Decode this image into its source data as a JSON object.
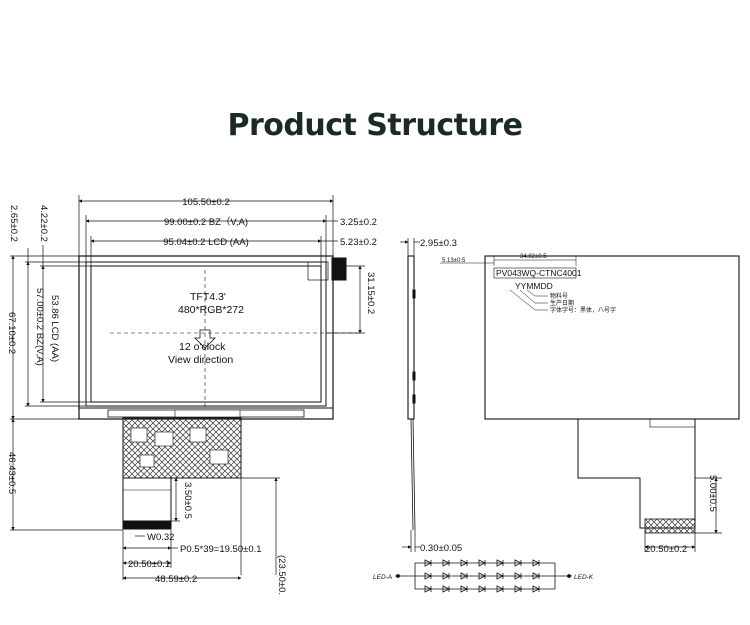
{
  "title": "Product Structure",
  "front_view": {
    "dims_top": {
      "outline_width": "105.50±0.2",
      "bezel_width": "99.00±0.2 BZ（V,A)",
      "lcd_width": "95.04±0.2 LCD (AA)",
      "right_offset_1": "3.25±0.2",
      "right_offset_2": "5.23±0.2"
    },
    "dims_left": {
      "top_offset_1": "4.22±0.2",
      "top_offset_2": "2.65±0.2",
      "lcd_height": "53.86 LCD (AA)",
      "bezel_height": "57.00±0.2 BZ(V,A)",
      "outline_height": "67.10±0.2",
      "fpc_length": "46.43±0.5"
    },
    "dim_right": "31.15±0.2",
    "screen_text": {
      "model": "TFT4.3'",
      "resolution": "480*RGB*272",
      "direction_1": "12 o'clock",
      "direction_2": "View direction"
    },
    "fpc_dims": {
      "stiffener": "3.50±0.5",
      "pin_width": "W0.32",
      "pitch": "P0.5*39=19.50±0.1",
      "tail_width": "20.50±0.1",
      "fpc_width": "48.59±0.2",
      "tail_length": "(23.50±0."
    }
  },
  "side_view": {
    "thickness": "2.95±0.3",
    "fpc_thickness": "0.30±0.05"
  },
  "back_view": {
    "label_dim_1": "5.13±0.5",
    "label_dim_2": "34.82±0.5",
    "part_number": "PV043WQ-CTNC4001",
    "date_code": "YYMMDD",
    "note_1": "物料号",
    "note_2": "生产日期",
    "note_3": "字体字号：黑体，八号字",
    "tail_length": "5.00±0.5",
    "tail_width": "20.50±0.2"
  },
  "backlight": {
    "anode": "LED-A",
    "cathode": "LED-K"
  }
}
